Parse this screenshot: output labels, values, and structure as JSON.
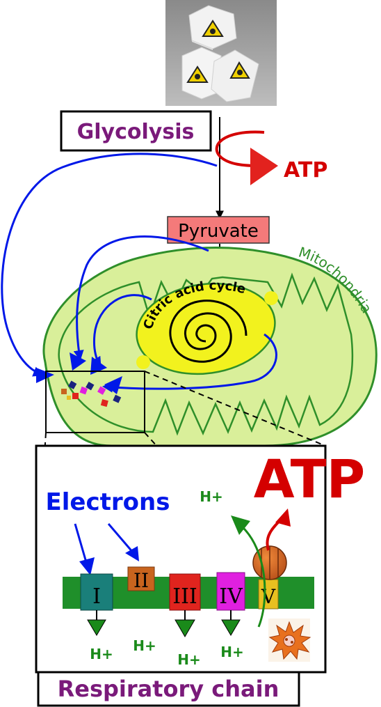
{
  "labels": {
    "glycolysis": "Glycolysis",
    "atp_top": "ATP",
    "pyruvate": "Pyruvate",
    "mitochondria": "Mitochondria",
    "citric_acid_cycle": "Citric acid cycle",
    "atp_big": "ATP",
    "electrons": "Electrons",
    "respiratory_chain": "Respiratory chain",
    "h_plus": "H+"
  },
  "complexes": [
    {
      "numeral": "I",
      "color": "#1a7f7a"
    },
    {
      "numeral": "II",
      "color": "#c8641e"
    },
    {
      "numeral": "III",
      "color": "#e0241e"
    },
    {
      "numeral": "IV",
      "color": "#e020e0"
    },
    {
      "numeral": "V",
      "color": "#e8c020"
    }
  ],
  "colors": {
    "glycolysis_text": "#7a1a7a",
    "atp": "#d40000",
    "electrons": "#0018e8",
    "h_plus": "#1a8a1a",
    "membrane": "#1f8f2a",
    "mito_fill": "#d9ef9a",
    "mito_stroke": "#2f8f2a",
    "cycle_fill": "#f2f21e",
    "pyruvate_fill": "#f47a7a",
    "respiratory_text": "#7a1a7a"
  },
  "icons": [
    "sugar-cubes-toxic-icon",
    "atp-synthase-icon",
    "ros-explosion-icon"
  ]
}
